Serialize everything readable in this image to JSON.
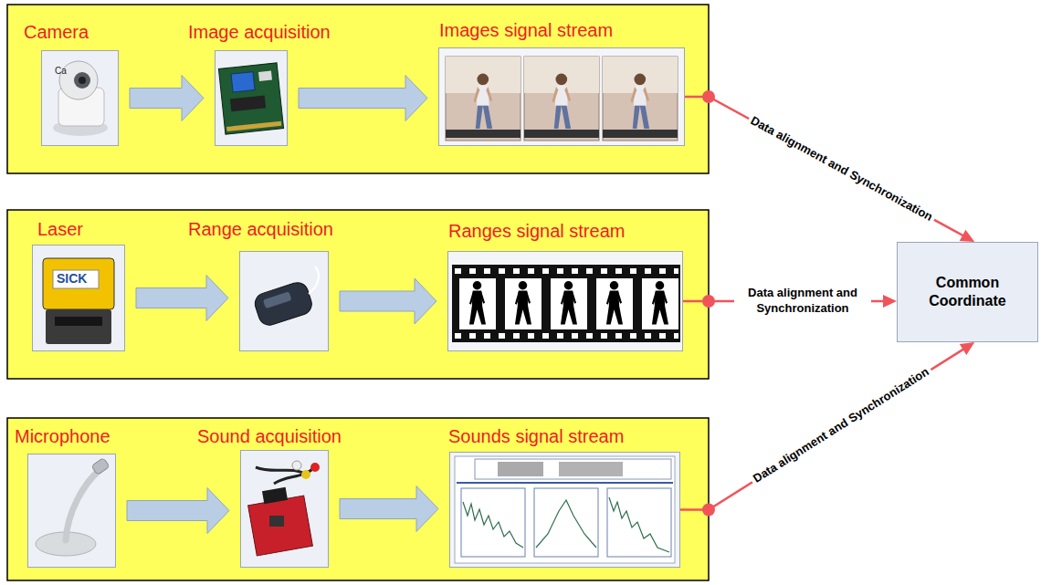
{
  "diagram": {
    "nodes": [
      {
        "text": [
          "Camera"
        ]
      },
      {
        "text": [
          "Image acquisition"
        ]
      },
      {
        "text": [
          "Images signal stream"
        ]
      },
      {
        "text": [
          "Laser"
        ]
      },
      {
        "text": [
          "Range acquisition"
        ]
      },
      {
        "text": [
          "Ranges signal stream"
        ]
      },
      {
        "text": [
          "Microphone"
        ]
      },
      {
        "text": [
          "Sound acquisition"
        ]
      },
      {
        "text": [
          "Sounds signal stream"
        ]
      },
      {
        "text": [
          "Common Coordinate"
        ]
      }
    ],
    "edges": [
      {
        "from": 0,
        "to": 1,
        "arrow": "to"
      },
      {
        "from": 1,
        "to": 2,
        "arrow": "to"
      },
      {
        "from": 3,
        "to": 4,
        "arrow": "to"
      },
      {
        "from": 4,
        "to": 5,
        "arrow": "to"
      },
      {
        "from": 6,
        "to": 7,
        "arrow": "to"
      },
      {
        "from": 7,
        "to": 8,
        "arrow": "to"
      },
      {
        "from": 2,
        "to": 9,
        "label": "Data alignment and Synchronization",
        "arrow": "to"
      },
      {
        "from": 5,
        "to": 9,
        "label": "Data alignment and Synchronization",
        "arrow": "to"
      },
      {
        "from": 8,
        "to": 9,
        "label": "Data alignment and Synchronization",
        "arrow": "to"
      }
    ],
    "labels": [
      "Ca",
      "SICK"
    ]
  }
}
